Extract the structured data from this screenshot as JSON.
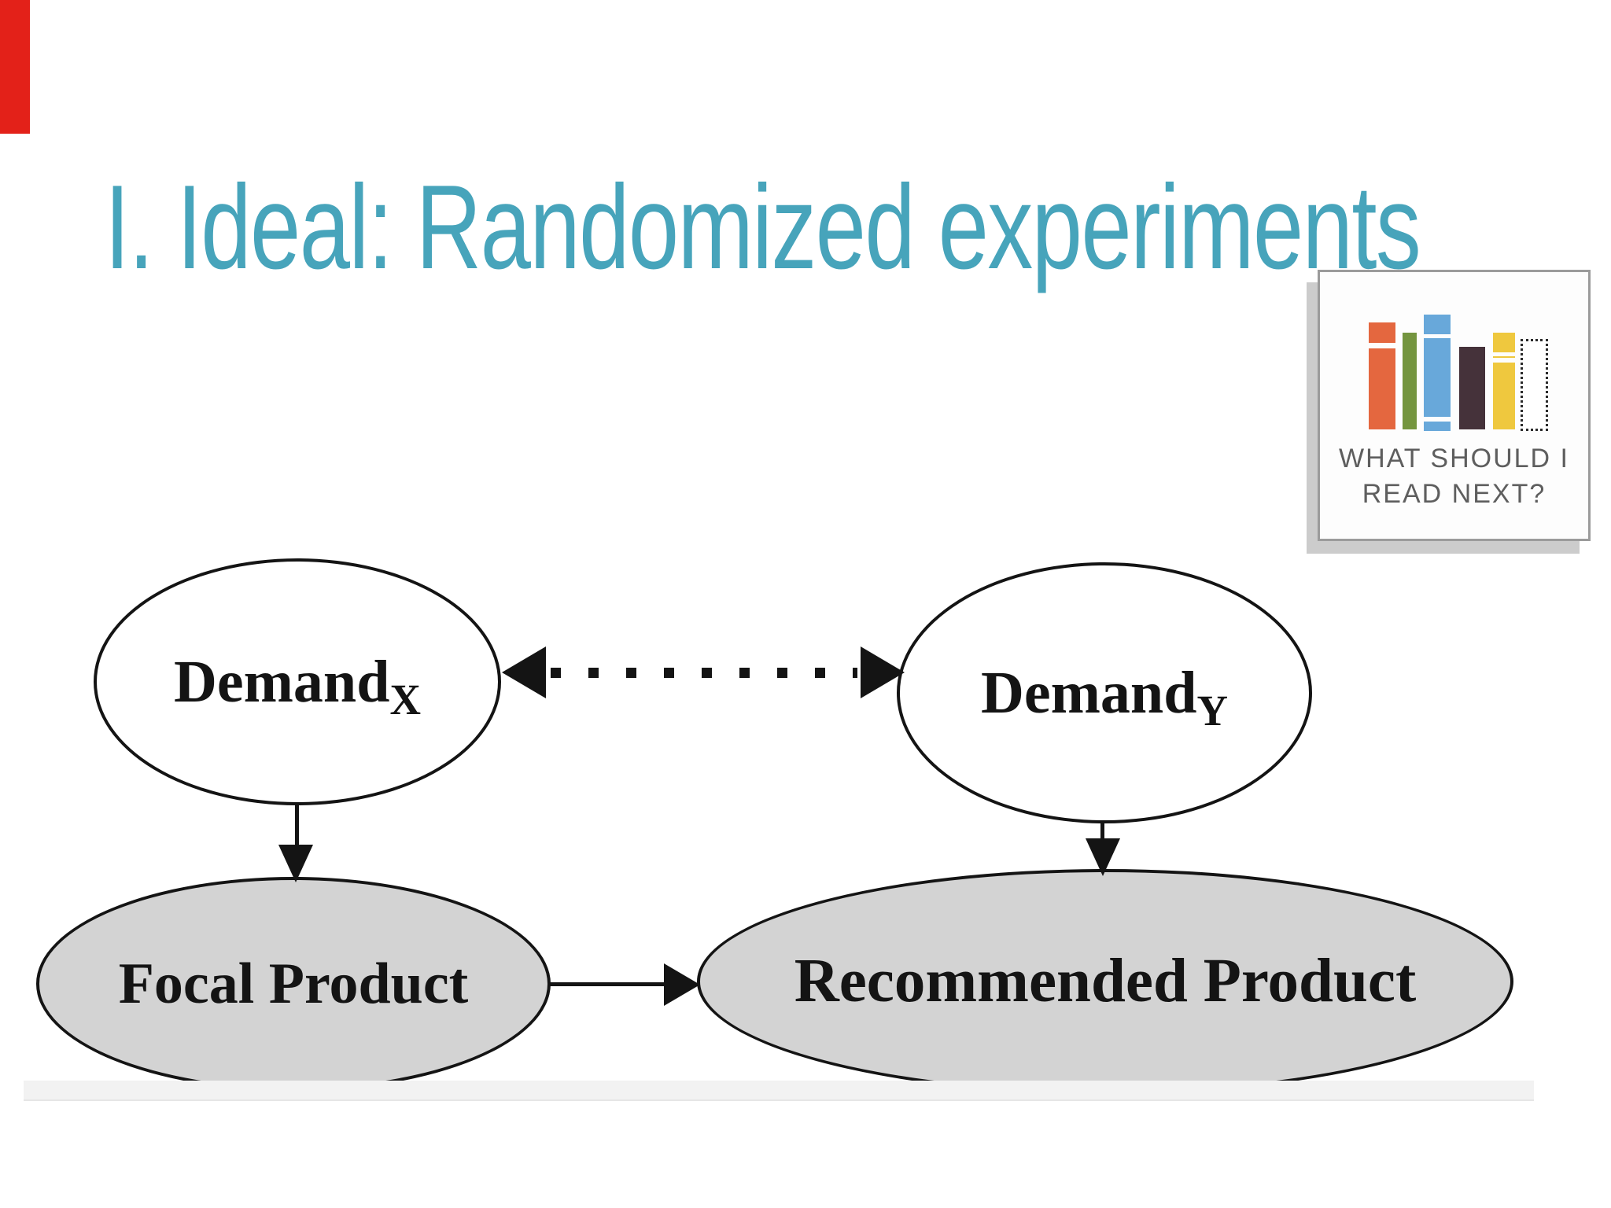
{
  "slide": {
    "title": "I. Ideal: Randomized experiments",
    "title_color": "#47a4bb",
    "background_color": "#ffffff",
    "red_accent_bar_color": "#e32119"
  },
  "logo_card": {
    "line1": "WHAT SHOULD I",
    "line2": "READ NEXT?",
    "text_color": "#5e5e5e",
    "books": [
      {
        "name": "orange-book",
        "color": "#e4673f"
      },
      {
        "name": "green-book",
        "color": "#74953f"
      },
      {
        "name": "blue-book",
        "color": "#68a8da"
      },
      {
        "name": "dark-brown-book",
        "color": "#45323a"
      },
      {
        "name": "yellow-book",
        "color": "#efc83e"
      },
      {
        "name": "dotted-outline-book",
        "color": "#ffffff"
      }
    ]
  },
  "diagram": {
    "stroke_color": "#141414",
    "gray_node_fill": "#d3d3d3",
    "white_node_fill": "#ffffff",
    "nodes": [
      {
        "id": "demand-x",
        "label": "Demand",
        "subscript": "X"
      },
      {
        "id": "demand-y",
        "label": "Demand",
        "subscript": "Y"
      },
      {
        "id": "focal-product",
        "label": "Focal Product"
      },
      {
        "id": "recommended-product",
        "label": "Recommended Product"
      }
    ],
    "edges": [
      {
        "from": "demand-x",
        "to": "demand-y",
        "style": "dotted",
        "arrows": "both"
      },
      {
        "from": "demand-x",
        "to": "focal-product",
        "style": "solid",
        "arrows": "to"
      },
      {
        "from": "demand-y",
        "to": "recommended-product",
        "style": "solid",
        "arrows": "to"
      },
      {
        "from": "focal-product",
        "to": "recommended-product",
        "style": "solid",
        "arrows": "to"
      }
    ]
  }
}
